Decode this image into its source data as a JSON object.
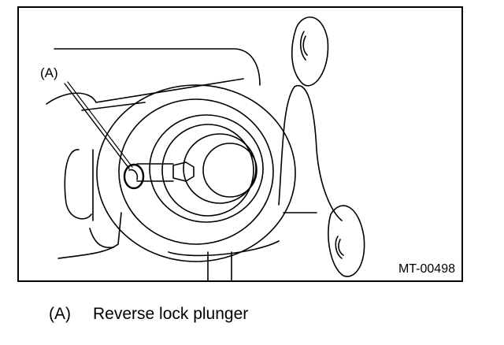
{
  "figure": {
    "callout_label": "(A)",
    "figure_code": "MT-00498",
    "line_color": "#000000",
    "background_color": "#ffffff"
  },
  "legend": {
    "items": [
      {
        "key": "(A)",
        "description": "Reverse lock plunger"
      }
    ]
  }
}
